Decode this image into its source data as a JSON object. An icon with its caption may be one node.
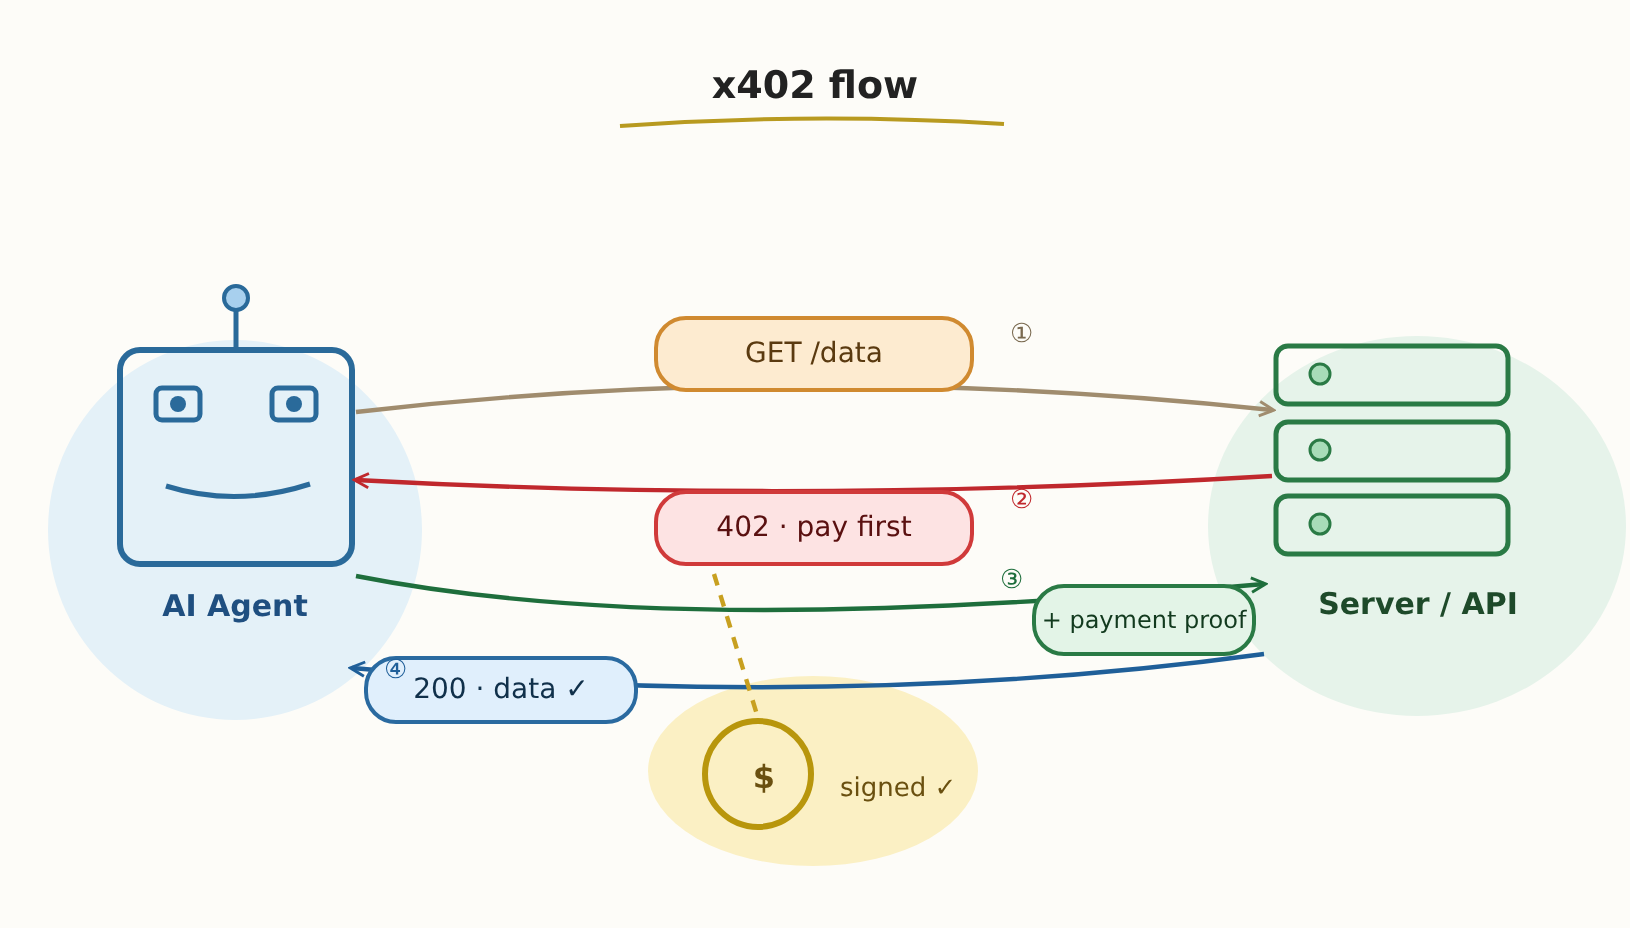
{
  "diagram": {
    "title": "x402 flow",
    "nodes": [
      {
        "text": [
          "AI Agent"
        ]
      },
      {
        "text": [],
        "shape": "picture",
        "in": 0
      },
      {
        "text": [
          "Server / API"
        ]
      },
      {
        "text": [],
        "shape": "picture",
        "in": 2
      },
      {
        "text": [
          "signed ✓"
        ]
      },
      {
        "text": [
          "$"
        ],
        "in": 4
      }
    ],
    "edges": [
      {
        "from": 1,
        "to": 3,
        "arrow": "to",
        "label": "GET /data",
        "color": "#a08c6e"
      },
      {
        "from": 3,
        "to": 1,
        "arrow": "to",
        "label": "402 · pay first",
        "color": "#c0282d"
      },
      {
        "from": 1,
        "to": 3,
        "arrow": "to",
        "label": "+ payment proof",
        "color": "#1e6e3c"
      },
      {
        "from": 3,
        "to": 1,
        "arrow": "to",
        "label": "200 · data ✓",
        "color": "#1f5f99"
      },
      {
        "from": null,
        "to": 5,
        "arrow": "none",
        "style": "dashed",
        "color": "#c8a020"
      }
    ],
    "labels": [
      "①",
      "②",
      "③",
      "④"
    ]
  }
}
